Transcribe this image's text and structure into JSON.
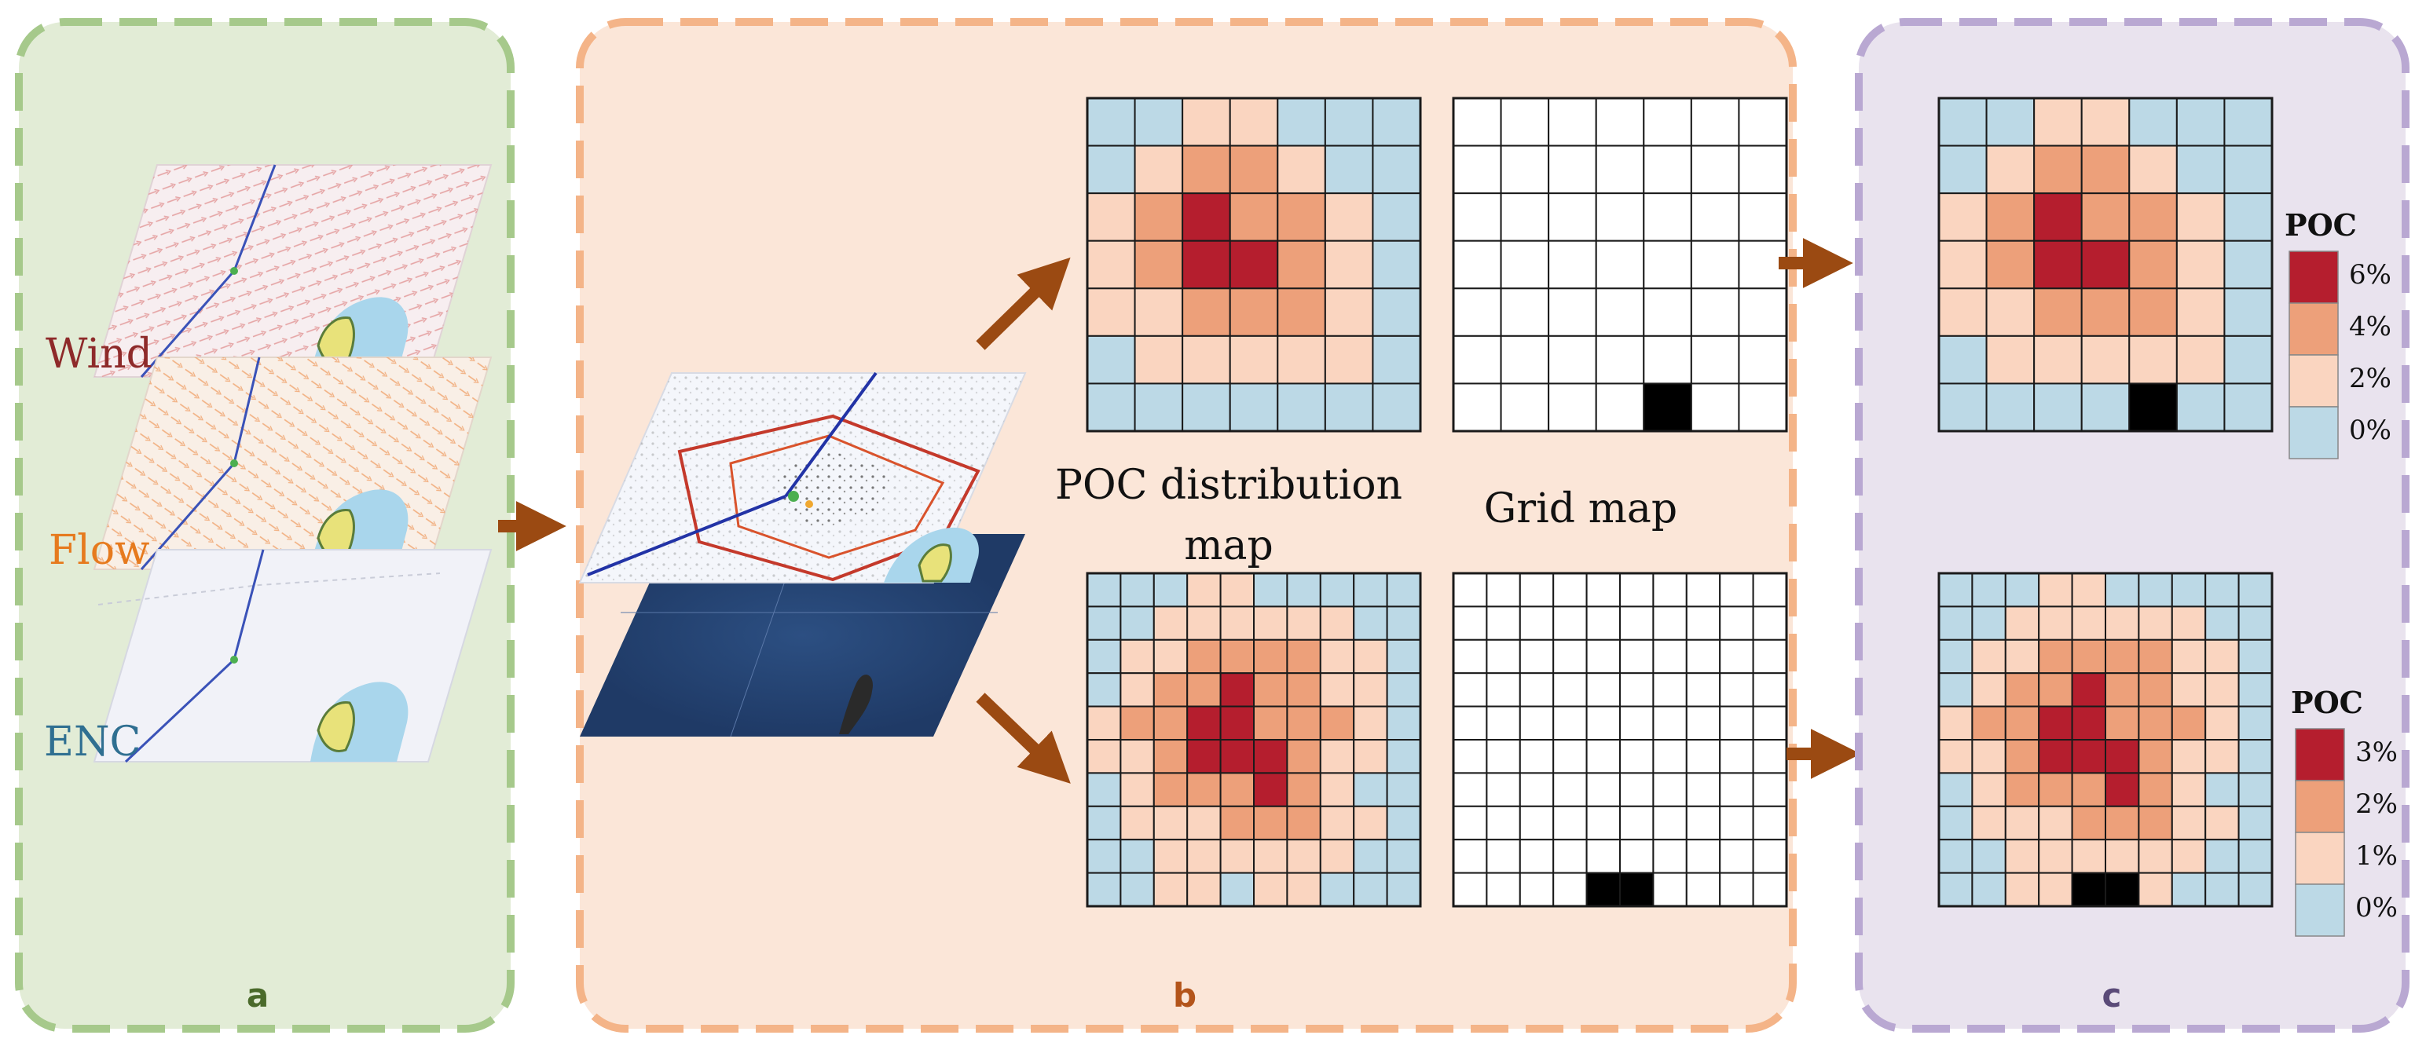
{
  "panels": {
    "a": {
      "letter": "a",
      "bg": "#e2ecd6",
      "border": "#a6c98b",
      "letter_color": "#4a6a2a"
    },
    "b": {
      "letter": "b",
      "bg": "#fbe6d8",
      "border": "#f4b488",
      "letter_color": "#b3541a"
    },
    "c": {
      "letter": "c",
      "bg": "#e9e3ee",
      "border": "#b9a8d2",
      "letter_color": "#5a4a78"
    }
  },
  "layers": [
    {
      "label": "Wind",
      "color": "#8e2a2a"
    },
    {
      "label": "Flow",
      "color": "#e67a1e"
    },
    {
      "label": "ENC",
      "color": "#2f6f91"
    }
  ],
  "labels": {
    "poc_map": [
      "POC distribution",
      "map"
    ],
    "grid_map": "Grid map"
  },
  "legend_top": {
    "title": "POC",
    "ticks": [
      "6%",
      "4%",
      "2%",
      "0%"
    ]
  },
  "legend_bottom": {
    "title": "POC",
    "ticks": [
      "3%",
      "2%",
      "1%",
      "0%"
    ]
  },
  "colors": {
    "level0": "#bcd9e6",
    "level1": "#fad5c0",
    "level2": "#eda07a",
    "level3": "#b51e2e",
    "target": "#000000",
    "arrow": "#9b4a12"
  },
  "grids": {
    "coarse_poc": [
      [
        0,
        0,
        1,
        1,
        0,
        0,
        0
      ],
      [
        0,
        1,
        2,
        2,
        1,
        0,
        0
      ],
      [
        1,
        2,
        3,
        2,
        2,
        1,
        0
      ],
      [
        1,
        2,
        3,
        3,
        2,
        1,
        0
      ],
      [
        1,
        1,
        2,
        2,
        2,
        1,
        0
      ],
      [
        0,
        1,
        1,
        1,
        1,
        1,
        0
      ],
      [
        0,
        0,
        0,
        0,
        0,
        0,
        0
      ]
    ],
    "coarse_target": [
      6,
      4
    ],
    "fine_poc": [
      [
        0,
        0,
        0,
        1,
        1,
        0,
        0,
        0,
        0,
        0
      ],
      [
        0,
        0,
        1,
        1,
        1,
        1,
        1,
        1,
        0,
        0
      ],
      [
        0,
        1,
        1,
        2,
        2,
        2,
        2,
        1,
        1,
        0
      ],
      [
        0,
        1,
        2,
        2,
        3,
        2,
        2,
        1,
        1,
        0
      ],
      [
        1,
        2,
        2,
        3,
        3,
        2,
        2,
        2,
        1,
        0
      ],
      [
        1,
        1,
        2,
        3,
        3,
        3,
        2,
        1,
        1,
        0
      ],
      [
        0,
        1,
        2,
        2,
        2,
        3,
        2,
        1,
        0,
        0
      ],
      [
        0,
        1,
        1,
        1,
        2,
        2,
        2,
        1,
        1,
        0
      ],
      [
        0,
        0,
        1,
        1,
        1,
        1,
        1,
        1,
        0,
        0
      ],
      [
        0,
        0,
        1,
        1,
        0,
        1,
        1,
        0,
        0,
        0
      ]
    ],
    "fine_target": [
      [
        9,
        4
      ],
      [
        9,
        5
      ]
    ]
  }
}
